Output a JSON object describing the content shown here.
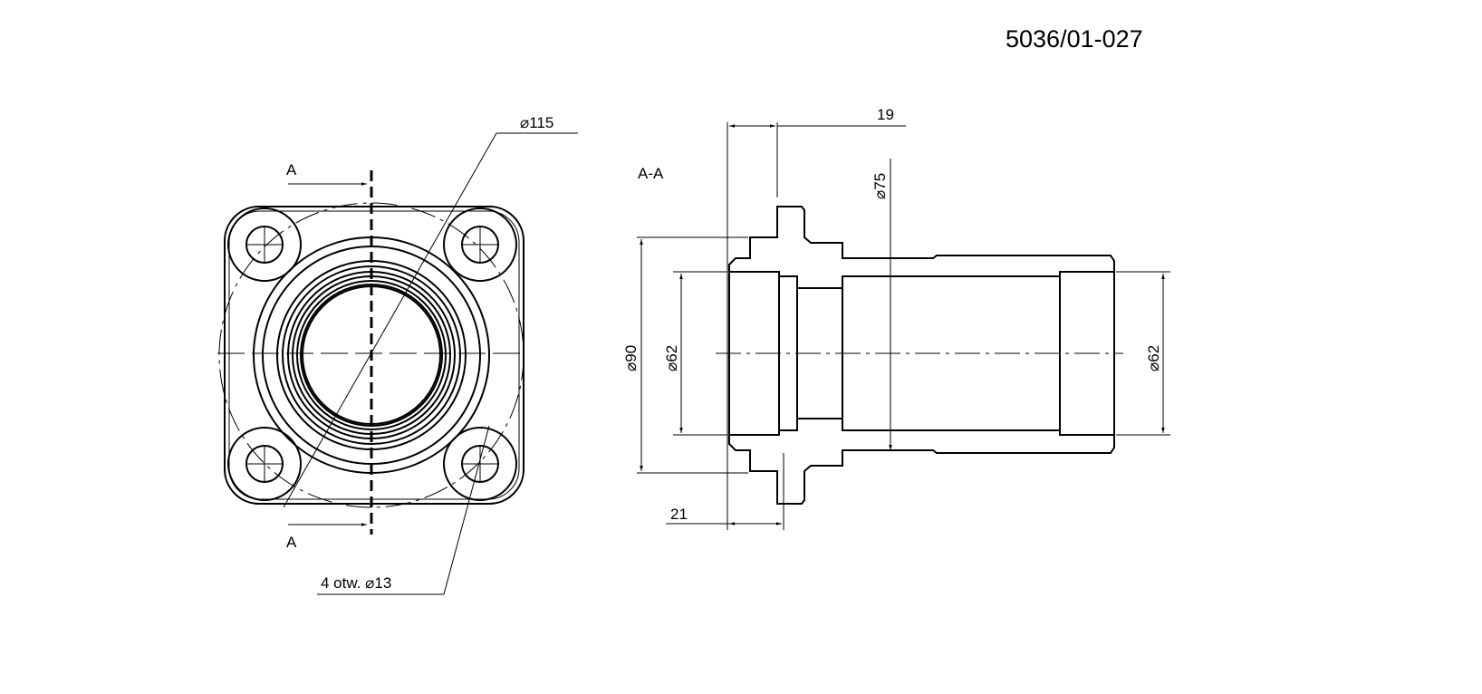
{
  "drawing": {
    "number": "5036/01-027",
    "section_label": "A-A",
    "cut_marker_top": "A",
    "cut_marker_bottom": "A"
  },
  "dimensions": {
    "dia_115": "⌀115",
    "holes": "4 otw.  ⌀13",
    "len_19": "19",
    "len_21": "21",
    "dia_75": "⌀75",
    "dia_90": "⌀90",
    "dia_62_left": "⌀62",
    "dia_62_right": "⌀62"
  },
  "colors": {
    "line": "#000000",
    "background": "#ffffff"
  }
}
